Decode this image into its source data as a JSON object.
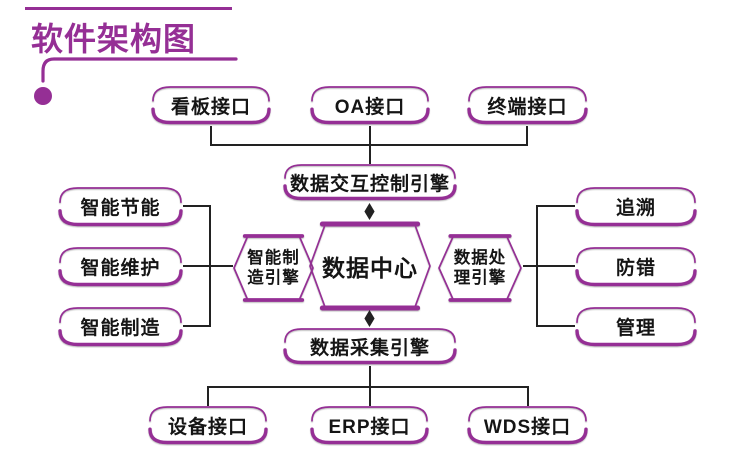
{
  "title": "软件架构图",
  "colors": {
    "purple": "#952f95",
    "line": "#222222",
    "text": "#151515"
  },
  "nodes": {
    "top_interfaces": [
      {
        "label": "看板接口"
      },
      {
        "label": "OA接口"
      },
      {
        "label": "终端接口"
      }
    ],
    "interaction_engine": {
      "label": "数据交互控制引擎"
    },
    "data_center": {
      "label": "数据中心"
    },
    "manufacturing_engine": {
      "line1": "智能制",
      "line2": "造引擎"
    },
    "processing_engine": {
      "line1": "数据处",
      "line2": "理引擎"
    },
    "left_modules": [
      {
        "label": "智能节能"
      },
      {
        "label": "智能维护"
      },
      {
        "label": "智能制造"
      }
    ],
    "right_modules": [
      {
        "label": "追溯"
      },
      {
        "label": "防错"
      },
      {
        "label": "管理"
      }
    ],
    "collection_engine": {
      "label": "数据采集引擎"
    },
    "bottom_interfaces": [
      {
        "label": "设备接口"
      },
      {
        "label": "ERP接口"
      },
      {
        "label": "WDS接口"
      }
    ]
  }
}
